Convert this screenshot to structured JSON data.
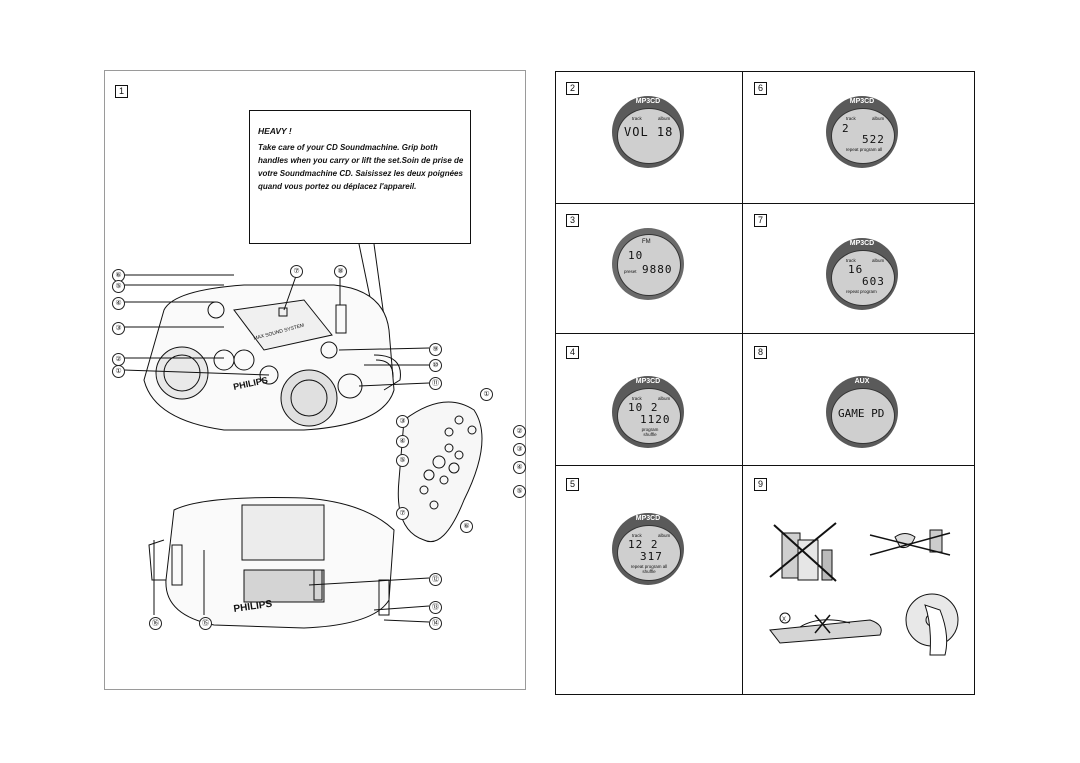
{
  "panels_left": {
    "number": "1"
  },
  "warning": {
    "title": "HEAVY !",
    "body": "Take care of your CD Soundmachine.  Grip both handles when you carry or lift the set.Soin de prise de votre Soundmachine CD.  Saisissez les deux poignées quand vous portez ou déplacez l'appareil."
  },
  "device_labels": {
    "brand": "PHILIPS",
    "model": "MAX SOUND SYSTEM"
  },
  "callouts": [
    "①",
    "②",
    "③",
    "④",
    "⑤",
    "⑥",
    "⑦",
    "⑧",
    "⑨",
    "⑩",
    "⑪",
    "⑫",
    "⑬",
    "⑭",
    "⑮",
    "⑯"
  ],
  "panels_right": [
    {
      "number": "2",
      "head": "MP3CD",
      "labels": [
        "track",
        "album"
      ],
      "main": "VOL  18",
      "sub": "",
      "foot": ""
    },
    {
      "number": "6",
      "head": "MP3CD",
      "labels": [
        "track",
        "album"
      ],
      "main": "   2",
      "sub": "522",
      "foot": "repeat program all"
    },
    {
      "number": "3",
      "head": "FM",
      "labels": [
        "preset"
      ],
      "main": "10",
      "sub": "9880",
      "foot": ""
    },
    {
      "number": "7",
      "head": "MP3CD",
      "labels": [
        "track",
        "album"
      ],
      "main": "16",
      "sub": "603",
      "foot": "repeat program"
    },
    {
      "number": "4",
      "head": "MP3CD",
      "labels": [
        "track",
        "album"
      ],
      "main": "10  2",
      "sub": "1120",
      "foot": "program shuffle"
    },
    {
      "number": "8",
      "head": "AUX",
      "labels": [],
      "main": "GAME PD",
      "sub": "",
      "foot": ""
    },
    {
      "number": "5",
      "head": "MP3CD",
      "labels": [
        "track",
        "album"
      ],
      "main": "12  2",
      "sub": "317",
      "foot": "repeat program all shuffle"
    },
    {
      "number": "9",
      "head": "",
      "labels": [],
      "main": "",
      "sub": "",
      "foot": ""
    }
  ]
}
